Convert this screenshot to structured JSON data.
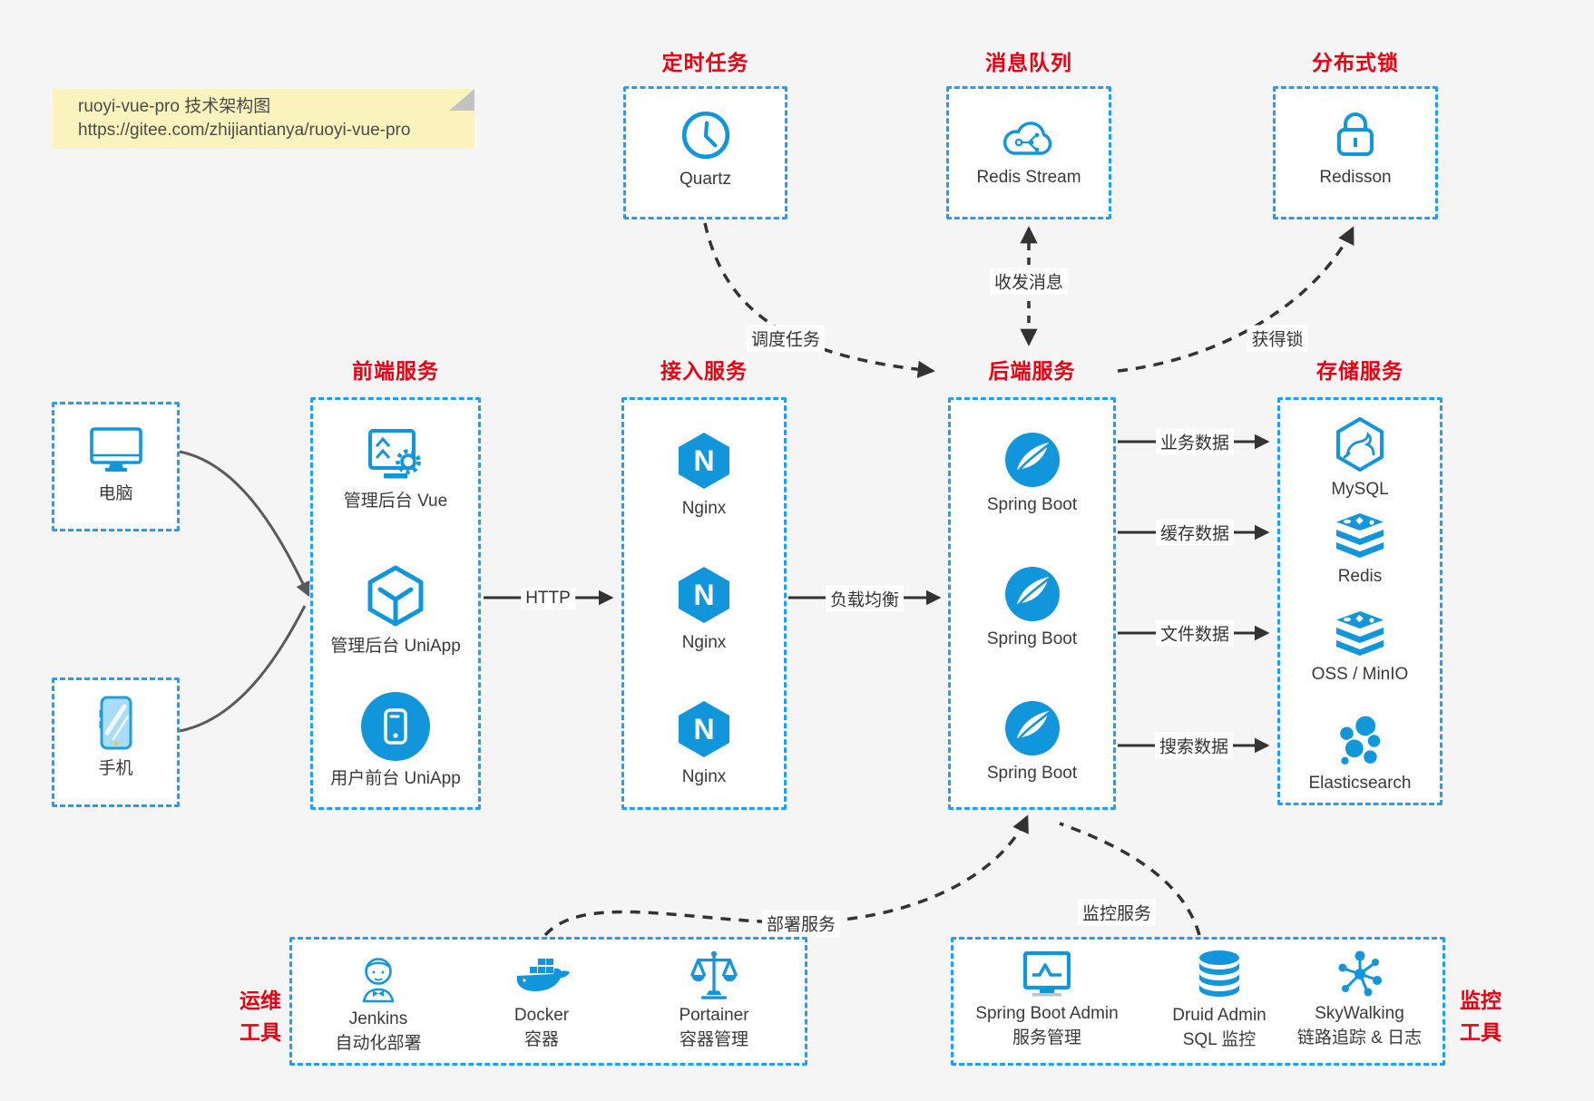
{
  "note": {
    "title": "ruoyi-vue-pro 技术架构图",
    "url": "https://gitee.com/zhijiantianya/ruoyi-vue-pro"
  },
  "groups": {
    "scheduled": {
      "title": "定时任务",
      "item": "Quartz"
    },
    "mq": {
      "title": "消息队列",
      "item": "Redis Stream"
    },
    "lock": {
      "title": "分布式锁",
      "item": "Redisson"
    },
    "clients": {
      "computer": "电脑",
      "phone": "手机"
    },
    "frontend": {
      "title": "前端服务",
      "items": [
        {
          "label": "管理后台 Vue"
        },
        {
          "label": "管理后台 UniApp"
        },
        {
          "label": "用户前台 UniApp"
        }
      ]
    },
    "gateway": {
      "title": "接入服务",
      "items": [
        {
          "label": "Nginx"
        },
        {
          "label": "Nginx"
        },
        {
          "label": "Nginx"
        }
      ]
    },
    "backend": {
      "title": "后端服务",
      "items": [
        {
          "label": "Spring Boot"
        },
        {
          "label": "Spring Boot"
        },
        {
          "label": "Spring Boot"
        }
      ]
    },
    "storage": {
      "title": "存储服务",
      "items": [
        {
          "label": "MySQL"
        },
        {
          "label": "Redis"
        },
        {
          "label": "OSS / MinIO"
        },
        {
          "label": "Elasticsearch"
        }
      ]
    },
    "ops": {
      "title_line1": "运维",
      "title_line2": "工具",
      "items": [
        {
          "name": "Jenkins",
          "desc": "自动化部署"
        },
        {
          "name": "Docker",
          "desc": "容器"
        },
        {
          "name": "Portainer",
          "desc": "容器管理"
        }
      ]
    },
    "monitoring": {
      "title_line1": "监控",
      "title_line2": "工具",
      "items": [
        {
          "name": "Spring Boot Admin",
          "desc": "服务管理"
        },
        {
          "name": "Druid Admin",
          "desc": "SQL 监控"
        },
        {
          "name": "SkyWalking",
          "desc": "链路追踪 & 日志"
        }
      ]
    }
  },
  "edges": {
    "http": "HTTP",
    "load_balance": "负载均衡",
    "business_data": "业务数据",
    "cache_data": "缓存数据",
    "file_data": "文件数据",
    "search_data": "搜索数据",
    "schedule_task": "调度任务",
    "send_receive_msg": "收发消息",
    "acquire_lock": "获得锁",
    "deploy_service": "部署服务",
    "monitor_service": "监控服务"
  },
  "icons": {
    "quartz": "clock-icon",
    "redis_stream": "cloud-network-icon",
    "redisson": "lock-icon",
    "computer": "desktop-icon",
    "phone": "smartphone-icon",
    "admin_vue": "monitor-gear-icon",
    "admin_uniapp": "cube-icon",
    "user_uniapp": "phone-circle-icon",
    "nginx": "nginx-hexagon-icon",
    "spring_boot": "spring-leaf-icon",
    "mysql": "mysql-hexagon-icon",
    "redis": "redis-stack-icon",
    "oss_minio": "redis-stack-icon",
    "elasticsearch": "elastic-cluster-icon",
    "jenkins": "jenkins-butler-icon",
    "docker": "docker-whale-icon",
    "portainer": "scales-icon",
    "spring_boot_admin": "monitor-pulse-icon",
    "druid": "database-icon",
    "skywalking": "hub-spokes-icon"
  },
  "colors": {
    "icon_blue": "#1296db",
    "dash_blue": "#1E9FFF",
    "title_red": "#e60012",
    "arrow_dark": "#333333",
    "arrow_gray": "#666666",
    "note_bg": "#FBF3BE",
    "canvas_bg": "#F5F5F5"
  }
}
